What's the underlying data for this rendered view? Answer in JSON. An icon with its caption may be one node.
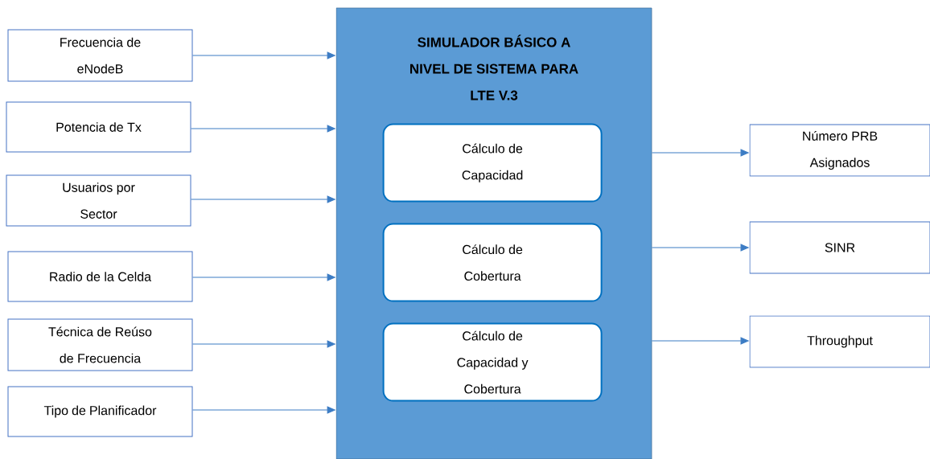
{
  "diagram": {
    "nodes": [
      {
        "text": [
          "Frecuencia de eNodeB"
        ]
      },
      {
        "text": [
          "Potencia de Tx"
        ]
      },
      {
        "text": [
          "Usuarios por Sector"
        ]
      },
      {
        "text": [
          "Radio de la Celda"
        ]
      },
      {
        "text": [
          "Técnica de Reúso de Frecuencia"
        ]
      },
      {
        "text": [
          "Tipo de Planificador"
        ]
      },
      {
        "text": [
          "SIMULADOR BÁSICO A NIVEL DE SISTEMA PARA LTE V.3"
        ]
      },
      {
        "text": [
          "Cálculo de Capacidad"
        ],
        "in": 6
      },
      {
        "text": [
          "Cálculo de Cobertura"
        ],
        "in": 6
      },
      {
        "text": [
          "Cálculo de Capacidad y Cobertura"
        ],
        "in": 6
      },
      {
        "text": [
          "Número PRB Asignados"
        ]
      },
      {
        "text": [
          "SINR"
        ]
      },
      {
        "text": [
          "Throughput"
        ]
      }
    ],
    "edges": [
      {
        "from": 0,
        "to": 6,
        "arrow": "to"
      },
      {
        "from": 1,
        "to": 6,
        "arrow": "to"
      },
      {
        "from": 2,
        "to": 6,
        "arrow": "to"
      },
      {
        "from": 3,
        "to": 6,
        "arrow": "to"
      },
      {
        "from": 4,
        "to": 6,
        "arrow": "to"
      },
      {
        "from": 5,
        "to": 6,
        "arrow": "to"
      },
      {
        "from": 6,
        "to": 10,
        "arrow": "to"
      },
      {
        "from": 6,
        "to": 11,
        "arrow": "to"
      },
      {
        "from": 6,
        "to": 12,
        "arrow": "to"
      }
    ]
  }
}
